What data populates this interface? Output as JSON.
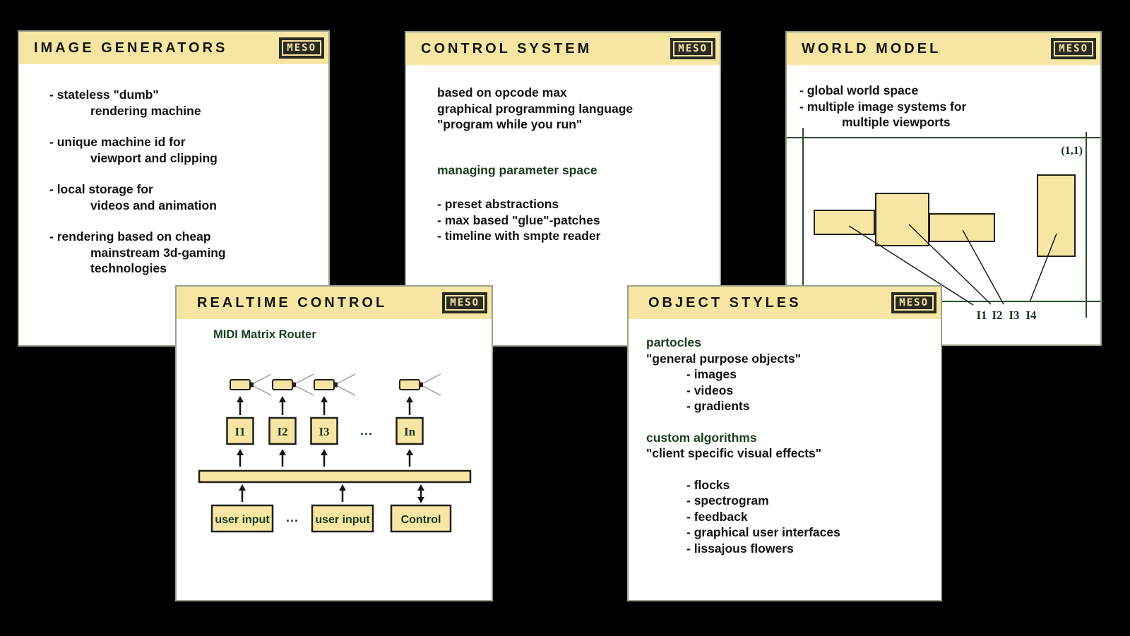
{
  "logo": {
    "text": "MESO"
  },
  "colors": {
    "background": "#000000",
    "card_background": "#ffffff",
    "card_border": "#99a38d",
    "header_band": "#f7e6a3",
    "box_fill": "#f7e6a3",
    "title_text": "#14140c",
    "body_text": "#121210",
    "accent_green": "#1b3d1f",
    "grid_green": "#2a4d2c",
    "logo_background": "#2b2b22",
    "beam_gray": "#9c9c9c"
  },
  "cards": {
    "image_generators": {
      "title": "IMAGE GENERATORS",
      "bullets": [
        {
          "l1": "- stateless \"dumb\"",
          "l2": "rendering machine"
        },
        {
          "l1": "- unique machine id for",
          "l2": "viewport and clipping"
        },
        {
          "l1": "- local storage for",
          "l2": "videos and animation"
        },
        {
          "l1": "- rendering based on cheap",
          "l2": "mainstream 3d-gaming",
          "l3": "technologies"
        }
      ]
    },
    "control_system": {
      "title": "CONTROL SYSTEM",
      "intro": [
        "based on opcode max",
        "graphical programming language",
        "\"program while you run\""
      ],
      "section_heading": "managing parameter space",
      "bullets": [
        "- preset abstractions",
        "- max based \"glue\"-patches",
        "- timeline with smpte reader"
      ]
    },
    "world_model": {
      "title": "WORLD MODEL",
      "bullet1": "- global world space",
      "bullet2": "- multiple image systems for",
      "bullet2_cont": "multiple viewports",
      "corner_label": "(1,1)",
      "viewport_labels": [
        "I1",
        "I2",
        "I3",
        "I4"
      ]
    },
    "realtime_control": {
      "title": "REALTIME CONTROL",
      "subtitle": "MIDI Matrix Router",
      "image_node_labels": [
        "I1",
        "I2",
        "I3",
        "In"
      ],
      "node_ellipsis": "...",
      "source_ellipsis": "...",
      "source_labels": [
        "user input",
        "user input",
        "Control"
      ]
    },
    "object_styles": {
      "title": "OBJECT STYLES",
      "groups": [
        {
          "heading": "partocles",
          "subtitle": "\"general purpose objects\"",
          "items": [
            "- images",
            "- videos",
            "- gradients"
          ]
        },
        {
          "heading": "custom algorithms",
          "subtitle": "\"client specific visual effects\"",
          "items": [
            "- flocks",
            "- spectrogram",
            "- feedback",
            "- graphical user interfaces",
            "- lissajous flowers"
          ]
        }
      ]
    }
  }
}
